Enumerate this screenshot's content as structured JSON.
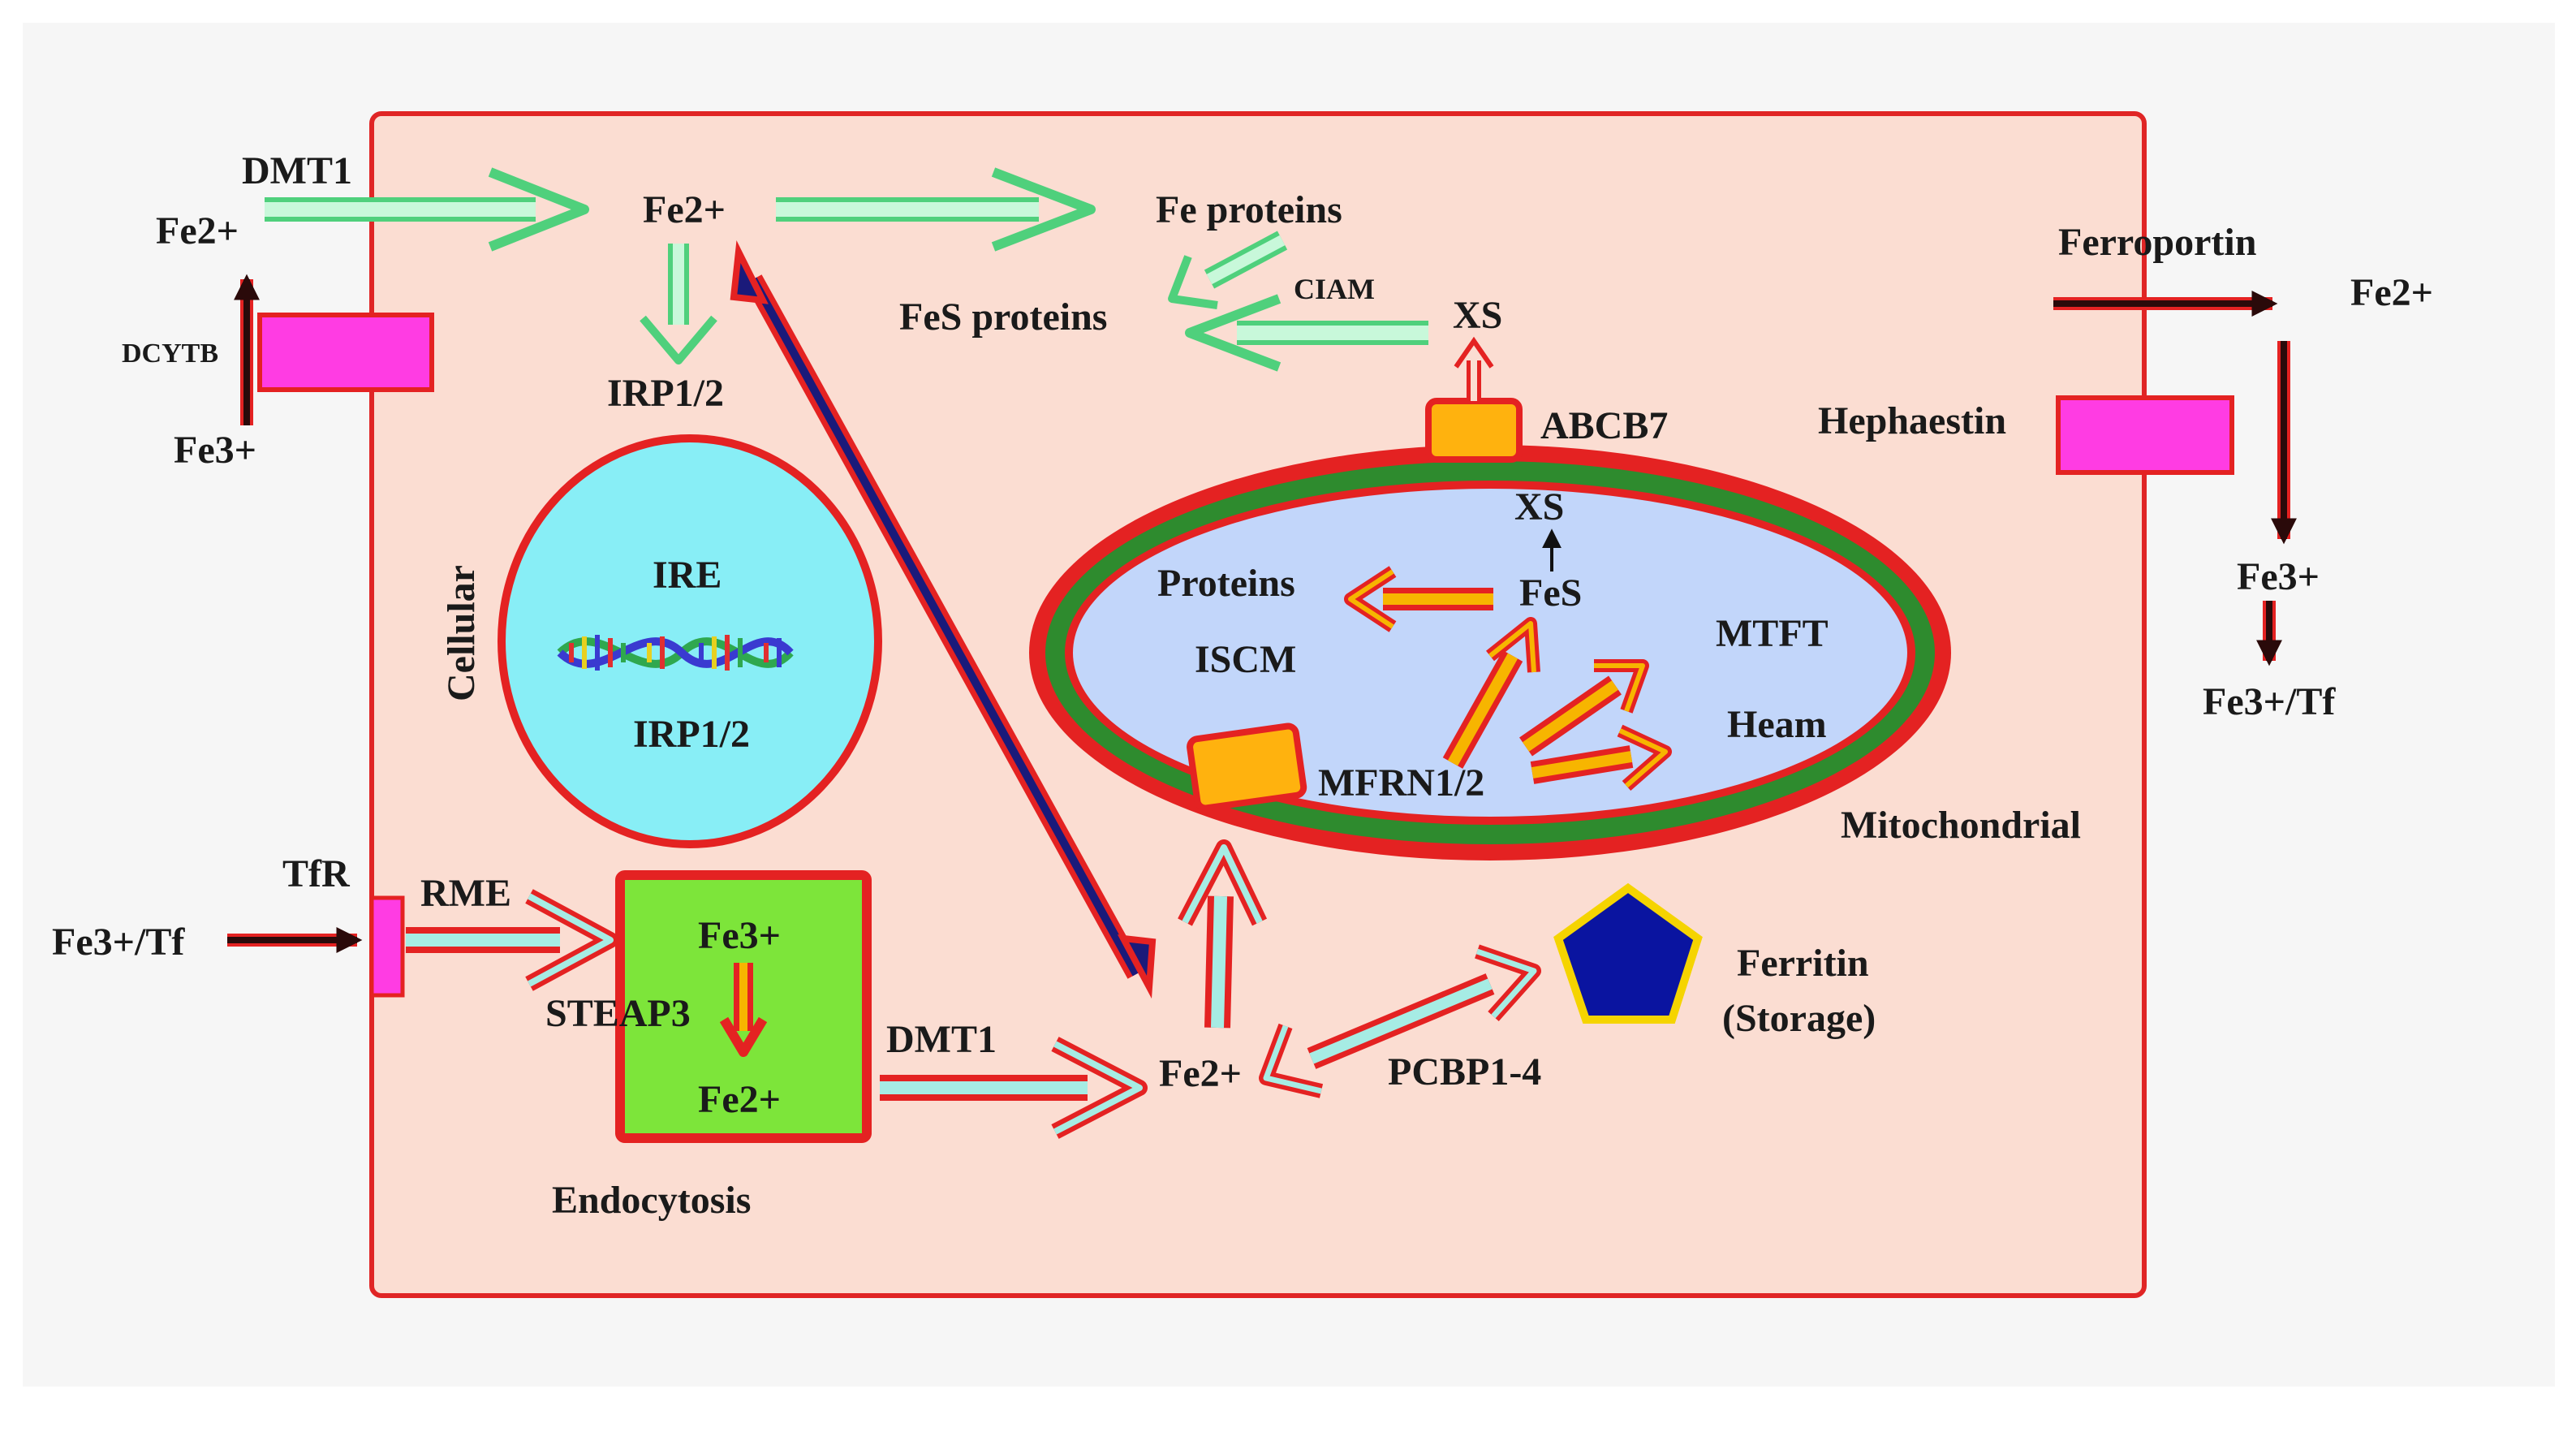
{
  "diagram": {
    "labels": {
      "dmt1_top": "DMT1",
      "fe2_left": "Fe2+",
      "dcytb": "DCYTB",
      "fe3_left": "Fe3+",
      "fe2_center": "Fe2+",
      "irp12_top": "IRP1/2",
      "fe_proteins": "Fe proteins",
      "fes_proteins": "FeS proteins",
      "ciam": "CIAM",
      "xs_outer": "XS",
      "abcb7": "ABCB7",
      "ferroportin": "Ferroportin",
      "fe2_right": "Fe2+",
      "hephaestin": "Hephaestin",
      "fe3_right": "Fe3+",
      "fe3tf_right": "Fe3+/Tf",
      "cellular": "Cellular",
      "ire": "IRE",
      "irp12_nucleus": "IRP1/2",
      "xs_mito": "XS",
      "fes_mito": "FeS",
      "proteins_mito": "Proteins",
      "iscm": "ISCM",
      "mtft": "MTFT",
      "heam": "Heam",
      "mfrn12": "MFRN1/2",
      "mitochondrial": "Mitochondrial",
      "tfr": "TfR",
      "rme": "RME",
      "fe3tf_left": "Fe3+/Tf",
      "fe3_endo": "Fe3+",
      "steap3": "STEAP3",
      "fe2_endo": "Fe2+",
      "endocytosis": "Endocytosis",
      "dmt1_bottom": "DMT1",
      "fe2_bottom": "Fe2+",
      "pcbp": "PCBP1-4",
      "ferritin": "Ferritin",
      "storage": "(Storage)"
    },
    "colors": {
      "cell_fill": "#fbddd2",
      "cell_border": "#e02525",
      "green_arrow": "#b8f5cf",
      "green_arrow_edge": "#4fd07c",
      "cyan_arrow": "#a6ece4",
      "red_outline": "#e42222",
      "orange_arrow": "#f7b500",
      "transporter_magenta": "#ff3ce3",
      "transporter_orange": "#ffb20e",
      "nucleus_fill": "#88eef6",
      "mito_fill": "#c2d6fa",
      "mito_membrane": "#2e8b2e",
      "endosome_fill": "#7de53a",
      "ferritin_fill": "#0a14a0",
      "ferritin_edge": "#f5d400",
      "dark_arrow": "#2a0a0a",
      "navy": "#1a1a7a"
    }
  }
}
